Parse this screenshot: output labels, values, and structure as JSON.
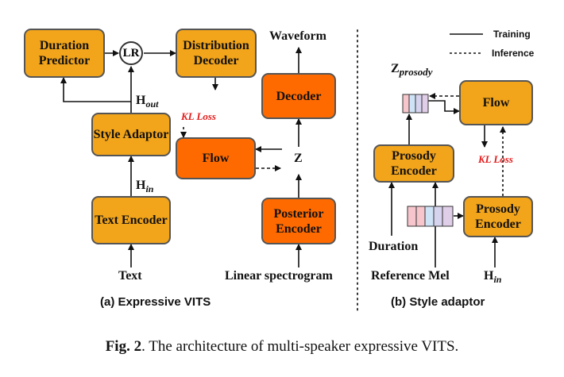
{
  "colors": {
    "orange_light": "#f2a41a",
    "orange_dark": "#ff6a00",
    "kl_red": "#e41c1c",
    "ink": "#111111"
  },
  "panel_a": {
    "duration_predictor": "Duration Predictor",
    "lr": "LR",
    "distribution_decoder": "Distribution Decoder",
    "style_adaptor": "Style Adaptor",
    "text_encoder": "Text Encoder",
    "flow": "Flow",
    "kl_loss": "KL Loss",
    "decoder": "Decoder",
    "posterior_encoder": "Posterior Encoder",
    "waveform": "Waveform",
    "z": "Z",
    "h_out_base": "H",
    "h_out_sub": "out",
    "h_in_base": "H",
    "h_in_sub": "in",
    "text": "Text",
    "linear_spectrogram": "Linear spectrogram",
    "caption": "(a) Expressive VITS"
  },
  "panel_b": {
    "legend_training": "Training",
    "legend_inference": "Inference",
    "z_prosody_base": "Z",
    "z_prosody_sub": "prosody",
    "flow": "Flow",
    "kl_loss": "KL Loss",
    "prosody_encoder_left": "Prosody Encoder",
    "prosody_encoder_right": "Prosody Encoder",
    "duration": "Duration",
    "reference_mel": "Reference Mel",
    "h_in_base": "H",
    "h_in_sub": "in",
    "caption": "(b) Style adaptor"
  },
  "figure_caption": {
    "label": "Fig. 2",
    "text": ". The architecture of multi-speaker expressive VITS."
  }
}
